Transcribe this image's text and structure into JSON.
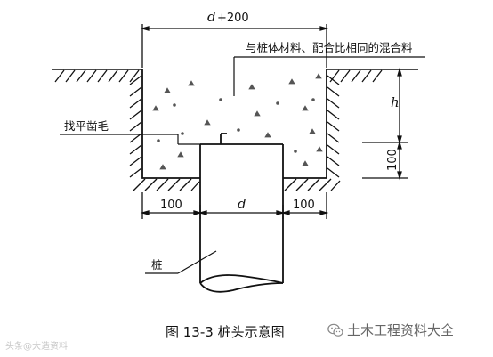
{
  "labels": {
    "width_top": "+200",
    "width_top_var": "d",
    "material_note": "与桩体材料、配合比相同的混合料",
    "leveling_note": "找平凿毛",
    "h_var": "h",
    "dim_100_right": "100",
    "dim_100_left": "100",
    "dim_d": "d",
    "dim_100_bottom_right": "100",
    "pile_label": "桩"
  },
  "caption": "图 13-3  桩头示意图",
  "brand": "土木工程资料大全",
  "watermark": "头条@大造资料",
  "colors": {
    "ink": "#111111",
    "aggregate": "#555555",
    "brand_text": "#666666"
  }
}
